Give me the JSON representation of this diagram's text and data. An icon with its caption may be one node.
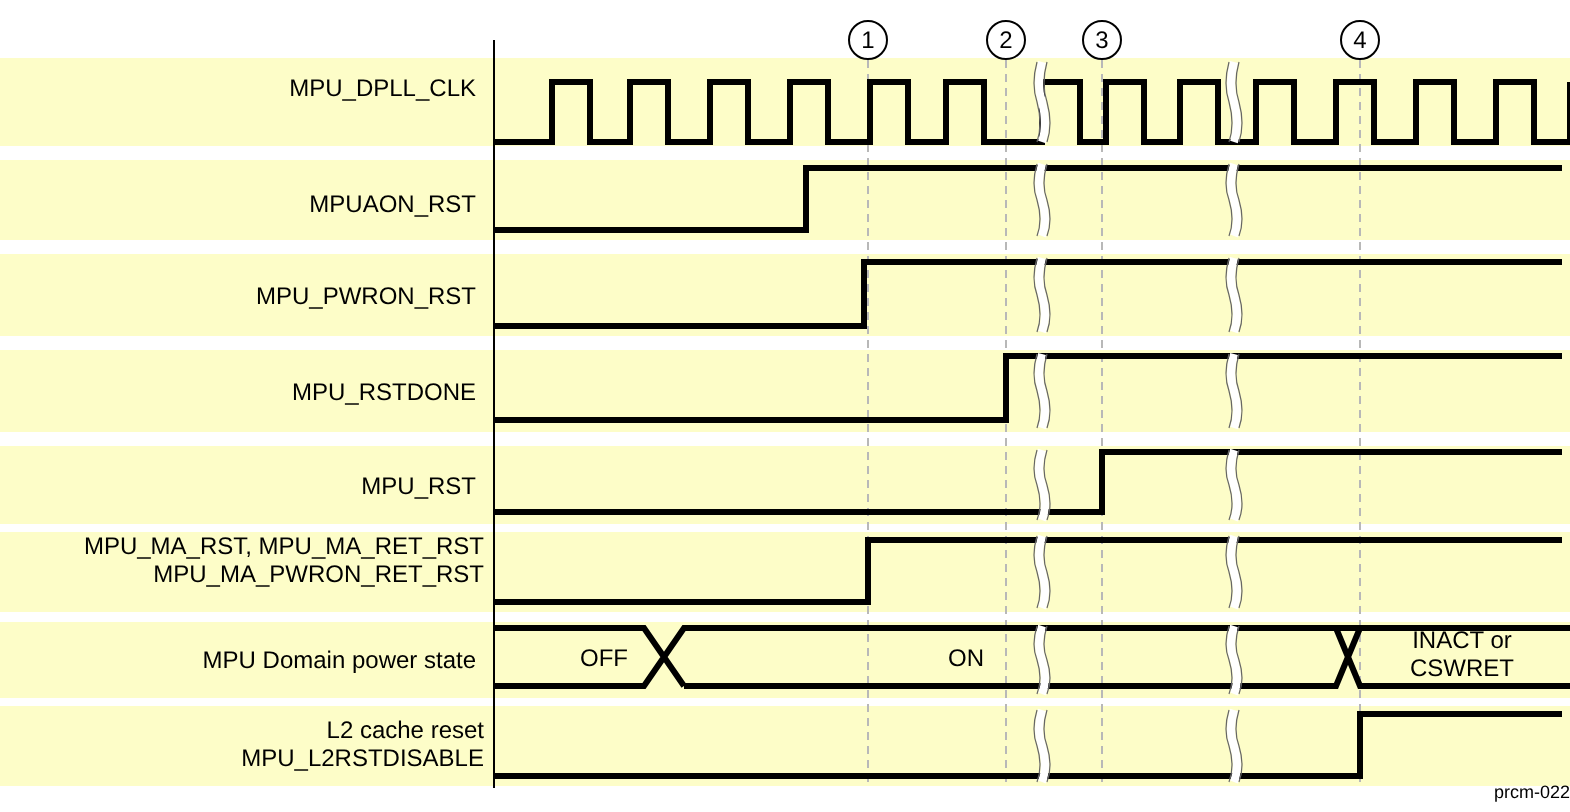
{
  "diagram": {
    "nodes": [
      {
        "text": [
          "1"
        ]
      },
      {
        "text": [
          "2"
        ]
      },
      {
        "text": [
          "3"
        ]
      },
      {
        "text": [
          "4"
        ]
      }
    ],
    "labels": [
      "MPU_DPLL_CLK",
      "MPUAON_RST",
      "MPU_PWRON_RST",
      "MPU_RSTDONE",
      "MPU_RST",
      "MPU_MA_RST, MPU_MA_RET_RST MPU_MA_PWRON_RET_RST",
      "MPU Domain power state",
      "L2 cache reset MPU_L2RSTDISABLE",
      "OFF",
      "ON",
      "INACT or CSWRET",
      "prcm-022"
    ]
  }
}
